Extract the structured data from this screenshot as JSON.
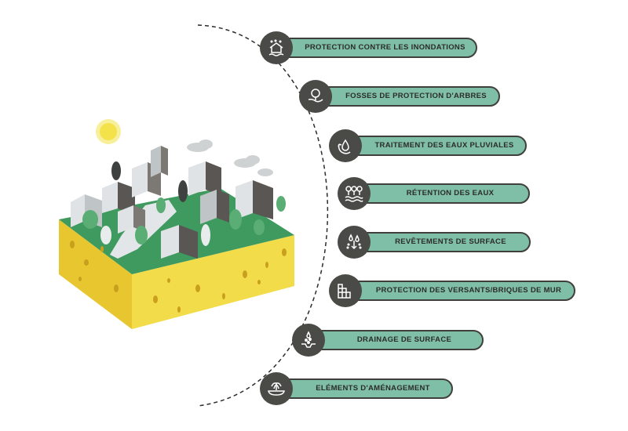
{
  "items": [
    {
      "label": "PROTECTION CONTRE LES INONDATIONS",
      "icon": "house-flood-icon"
    },
    {
      "label": "FOSSES DE PROTECTION D'ARBRES",
      "icon": "hand-tree-icon"
    },
    {
      "label": "TRAITEMENT DES EAUX PLUVIALES",
      "icon": "water-cycle-icon"
    },
    {
      "label": "RÉTENTION DES EAUX",
      "icon": "trees-water-icon"
    },
    {
      "label": "REVÊTEMENTS DE SURFACE",
      "icon": "surface-drops-icon"
    },
    {
      "label": "PROTECTION DES VERSANTS/BRIQUES DE MUR",
      "icon": "stairs-wall-icon"
    },
    {
      "label": "DRAINAGE DE SURFACE",
      "icon": "drainage-drops-icon"
    },
    {
      "label": "ELÉMENTS D'AMÉNAGEMENT",
      "icon": "fountain-icon"
    }
  ],
  "colors": {
    "pill": "#7fbfa8",
    "badge": "#4a4a46",
    "outline": "#3f3f3b",
    "sponge": "#f2dc4a",
    "grass": "#3f9a5f",
    "sun": "#f3e24a"
  }
}
